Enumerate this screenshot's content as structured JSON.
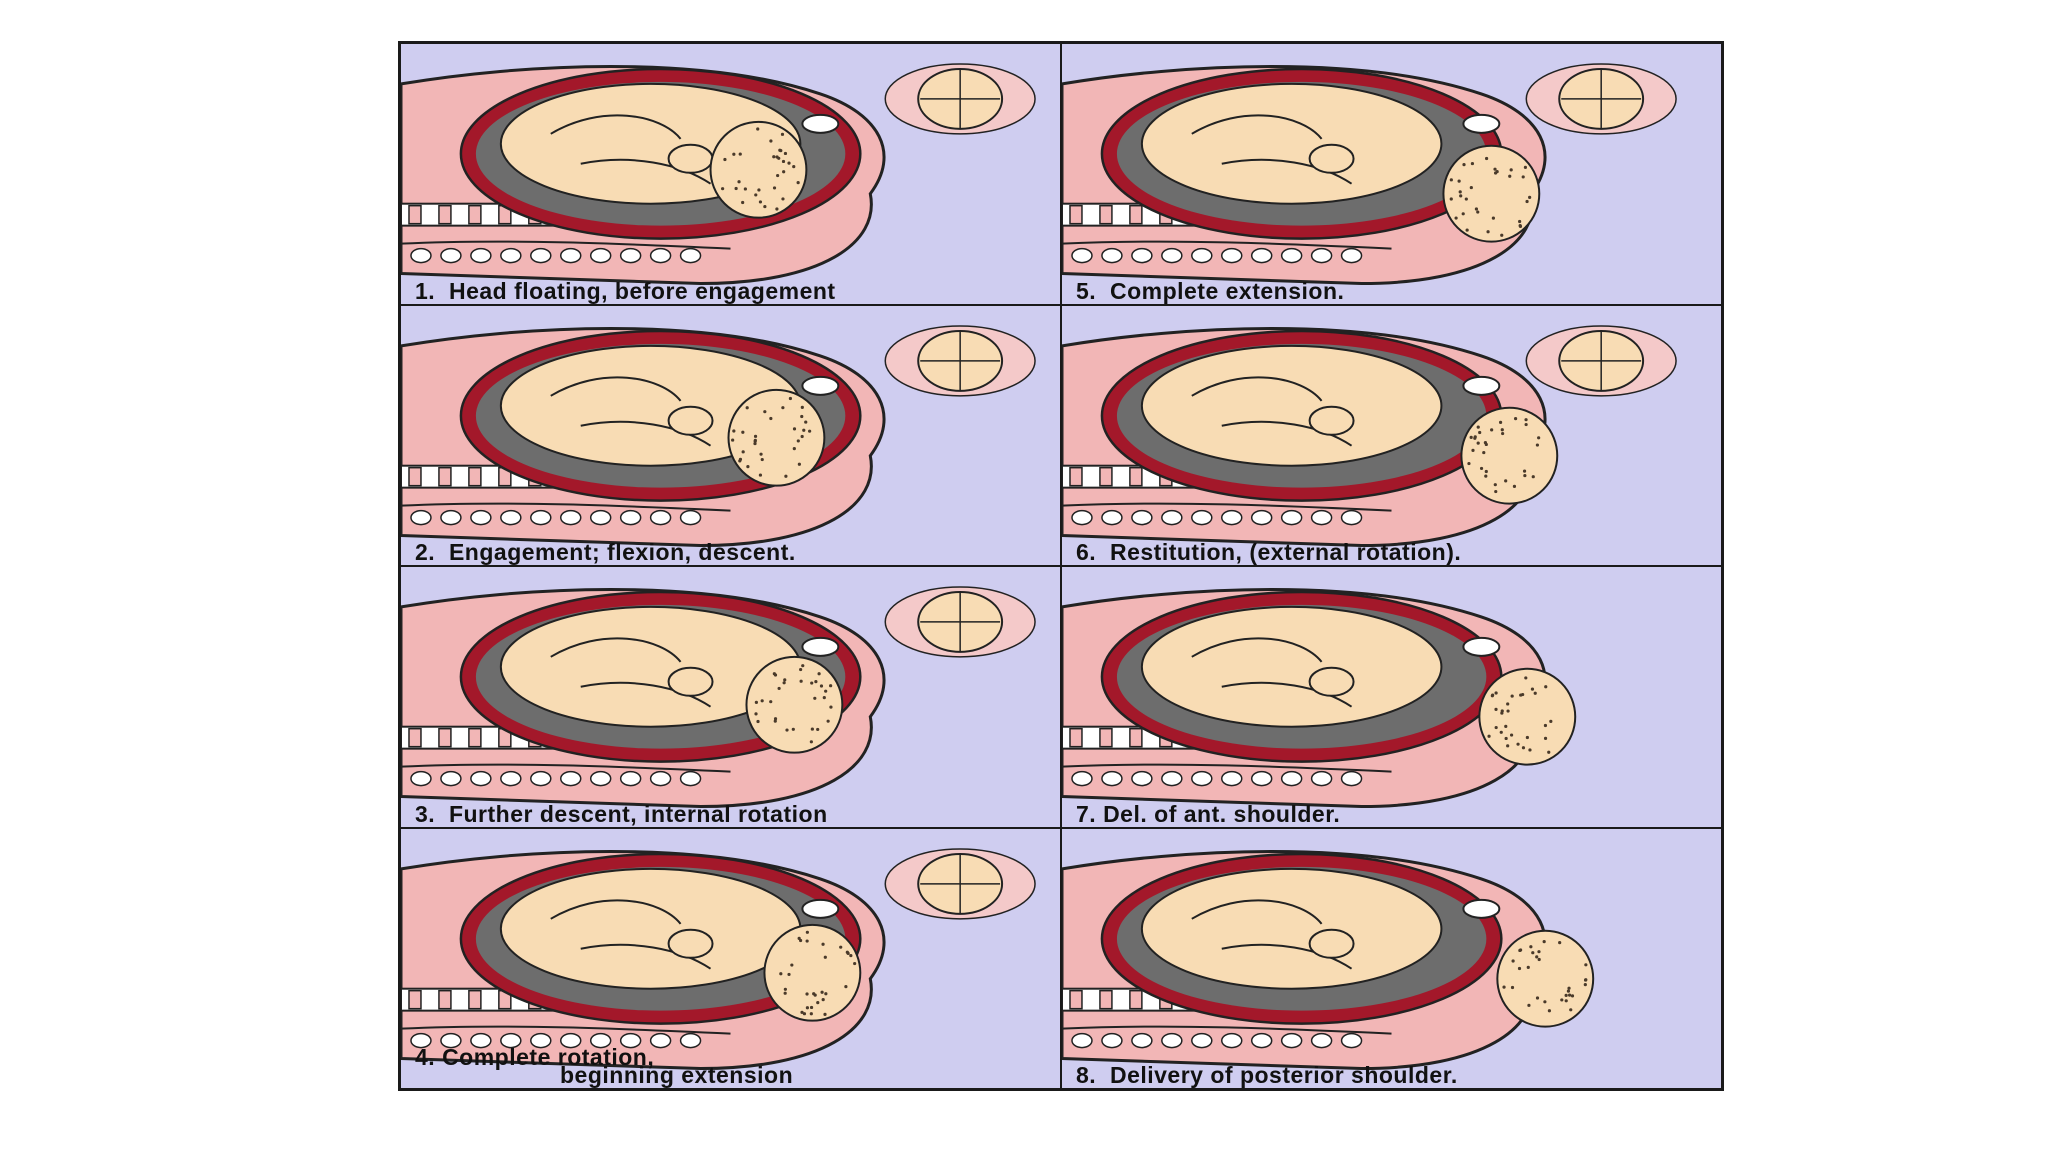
{
  "colors": {
    "panel_bg": "#cfcdf0",
    "tissue": "#f2b6b6",
    "uterus_wall": "#a3182a",
    "fetus": "#f8dcb4",
    "hair": "#4a3a2a",
    "spine_white": "#ffffff",
    "cavity_gray": "#6d6d6d"
  },
  "panels": [
    {
      "caption": "1.  Head floating, before engagement",
      "icon": "pelvis-inlet-view-icon"
    },
    {
      "caption": "2.  Engagement; flexion, descent.",
      "icon": "pelvis-inlet-view-icon"
    },
    {
      "caption": "3.  Further descent, internal rotation",
      "icon": "pelvis-inlet-view-icon"
    },
    {
      "caption": "4. Complete rotation,",
      "caption2": "beginning extension",
      "icon": "pelvis-inlet-view-icon"
    },
    {
      "caption": "5.  Complete extension.",
      "icon": "pelvis-inlet-view-icon"
    },
    {
      "caption": "6.  Restitution, (external rotation).",
      "icon": "pelvis-inlet-view-icon"
    },
    {
      "caption": "7. Del. of ant. shoulder.",
      "icon": ""
    },
    {
      "caption": "8.  Delivery of posterior shoulder.",
      "icon": ""
    }
  ]
}
